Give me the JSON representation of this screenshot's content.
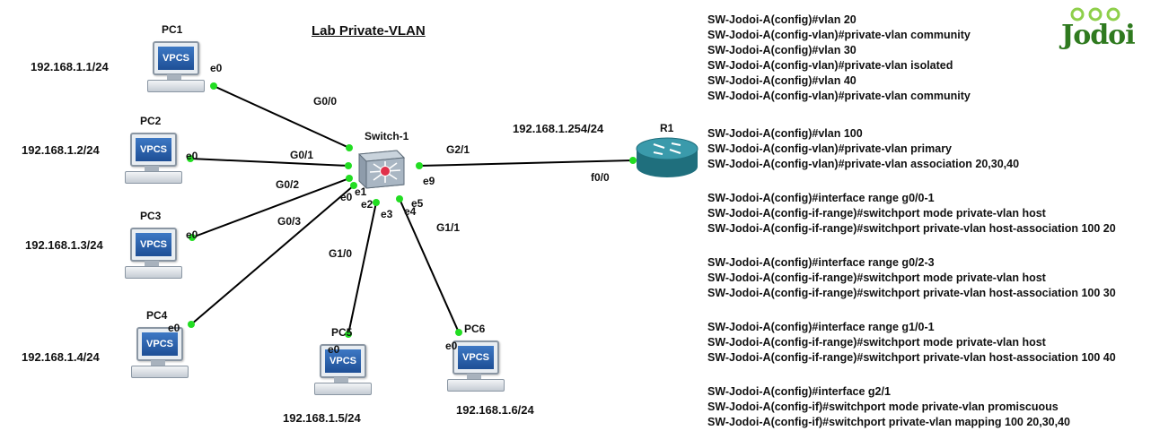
{
  "title": "Lab Private-VLAN",
  "logo_text": "Jodoi",
  "colors": {
    "link": "#000000",
    "port_dot": "#22dd22",
    "router": "#2a8b9a",
    "switch": "#9aaab8",
    "logo": "#2f7a1f",
    "pc_screen": "#2b63b0"
  },
  "pcs": [
    {
      "name": "PC1",
      "ip": "192.168.1.1/24",
      "port": "e0",
      "icon": "vpcs-computer-icon",
      "screen_text": "VPCS"
    },
    {
      "name": "PC2",
      "ip": "192.168.1.2/24",
      "port": "e0",
      "icon": "vpcs-computer-icon",
      "screen_text": "VPCS"
    },
    {
      "name": "PC3",
      "ip": "192.168.1.3/24",
      "port": "e0",
      "icon": "vpcs-computer-icon",
      "screen_text": "VPCS"
    },
    {
      "name": "PC4",
      "ip": "192.168.1.4/24",
      "port": "e0",
      "icon": "vpcs-computer-icon",
      "screen_text": "VPCS"
    },
    {
      "name": "PC5",
      "ip": "192.168.1.5/24",
      "port": "e0",
      "icon": "vpcs-computer-icon",
      "screen_text": "VPCS"
    },
    {
      "name": "PC6",
      "ip": "192.168.1.6/24",
      "port": "e0",
      "icon": "vpcs-computer-icon",
      "screen_text": "VPCS"
    }
  ],
  "switch": {
    "name": "Switch-1",
    "icon": "multilayer-switch-icon"
  },
  "router": {
    "name": "R1",
    "ip": "192.168.1.254/24",
    "port": "f0/0",
    "icon": "router-icon"
  },
  "links": [
    {
      "label": "G0/0",
      "switch_port": "e0"
    },
    {
      "label": "G0/1",
      "switch_port": "e1"
    },
    {
      "label": "G0/2",
      "switch_port": "e2"
    },
    {
      "label": "G0/3",
      "switch_port": "e3"
    },
    {
      "label": "G1/0",
      "switch_port": "e4"
    },
    {
      "label": "G1/1",
      "switch_port": "e5"
    },
    {
      "label": "G2/1",
      "switch_port": "e9"
    }
  ],
  "config_blocks": [
    [
      "SW-Jodoi-A(config)#vlan 20",
      "SW-Jodoi-A(config-vlan)#private-vlan community",
      "SW-Jodoi-A(config)#vlan 30",
      "SW-Jodoi-A(config-vlan)#private-vlan isolated",
      "SW-Jodoi-A(config)#vlan 40",
      "SW-Jodoi-A(config-vlan)#private-vlan community"
    ],
    [
      "SW-Jodoi-A(config)#vlan 100",
      "SW-Jodoi-A(config-vlan)#private-vlan primary",
      "SW-Jodoi-A(config-vlan)#private-vlan association 20,30,40"
    ],
    [
      "SW-Jodoi-A(config)#interface range g0/0-1",
      "SW-Jodoi-A(config-if-range)#switchport mode private-vlan host",
      "SW-Jodoi-A(config-if-range)#switchport private-vlan host-association 100 20"
    ],
    [
      "SW-Jodoi-A(config)#interface range g0/2-3",
      "SW-Jodoi-A(config-if-range)#switchport mode private-vlan host",
      "SW-Jodoi-A(config-if-range)#switchport private-vlan host-association 100 30"
    ],
    [
      "SW-Jodoi-A(config)#interface range g1/0-1",
      "SW-Jodoi-A(config-if-range)#switchport mode private-vlan host",
      "SW-Jodoi-A(config-if-range)#switchport private-vlan host-association 100 40"
    ],
    [
      "SW-Jodoi-A(config)#interface g2/1",
      "SW-Jodoi-A(config-if)#switchport mode private-vlan promiscuous",
      "SW-Jodoi-A(config-if)#switchport private-vlan mapping 100 20,30,40"
    ]
  ]
}
